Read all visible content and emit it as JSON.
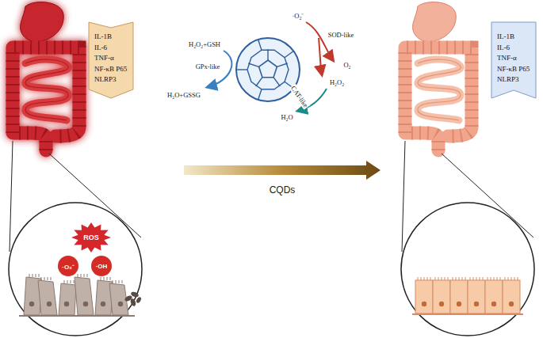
{
  "diagram": {
    "nodes": [
      {
        "text": [
          "IL-1B",
          "IL-6",
          "TNF-α",
          "NF-κB P65",
          "NLRP3"
        ]
      },
      {
        "text": [
          "IL-1B",
          "IL-6",
          "TNF-α",
          "NF-κB P65",
          "NLRP3"
        ]
      },
      {
        "text": [
          "ROS"
        ]
      },
      {
        "text": [
          "·O₂⁻"
        ]
      },
      {
        "text": [
          "·OH"
        ]
      }
    ],
    "labels": [
      "H₂O₂+GSH",
      "GPx-like",
      "H₂O+GSSG",
      "·O₂⁻",
      "SOD-like",
      "O₂",
      "H₂O₂",
      "CAT-like",
      "H₂O",
      "CQDs"
    ]
  }
}
